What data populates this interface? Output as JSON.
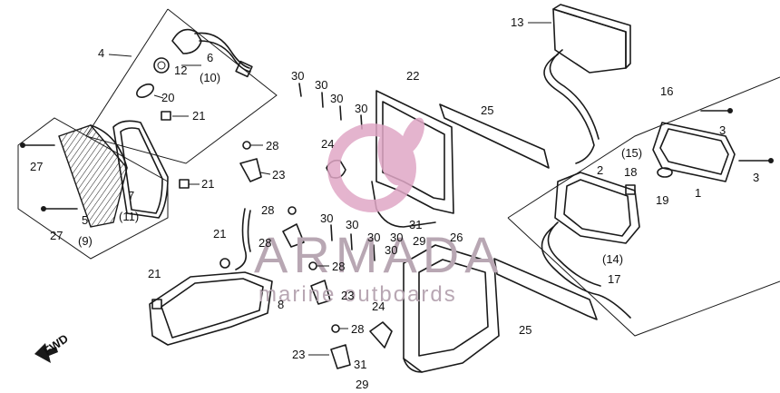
{
  "watermark": {
    "brand": "ARMADA",
    "tagline": "marine outboards",
    "logo_color": "#e0a7c6",
    "text_color": "#b8a7b3"
  },
  "fwd_label": "FWD",
  "labels": {
    "l4": "4",
    "l6": "6",
    "l12": "12",
    "l10": "(10)",
    "l20": "20",
    "l21a": "21",
    "l27a": "27",
    "l5": "5",
    "l9": "(9)",
    "l7": "7",
    "l11": "(11)",
    "l27b": "27",
    "l21b": "21",
    "l28a": "28",
    "l23a": "23",
    "l28b": "28",
    "l21c": "21",
    "l28c": "28",
    "l21d": "21",
    "l8": "8",
    "l28d": "28",
    "l23b": "23",
    "l24a": "24",
    "l28e": "28",
    "l23c": "23",
    "l31a": "31",
    "l29a": "29",
    "l30a": "30",
    "l30b": "30",
    "l30c": "30",
    "l30d": "30",
    "l22": "22",
    "l25a": "25",
    "l24b": "24",
    "l30e": "30",
    "l30f": "30",
    "l31b": "31",
    "l30g": "30",
    "l29b": "29",
    "l26": "26",
    "l25b": "25",
    "l13": "13",
    "l16": "16",
    "l3a": "3",
    "l15": "(15)",
    "l2": "2",
    "l18": "18",
    "l19": "19",
    "l1": "1",
    "l3b": "3",
    "l14": "(14)",
    "l17": "17"
  }
}
